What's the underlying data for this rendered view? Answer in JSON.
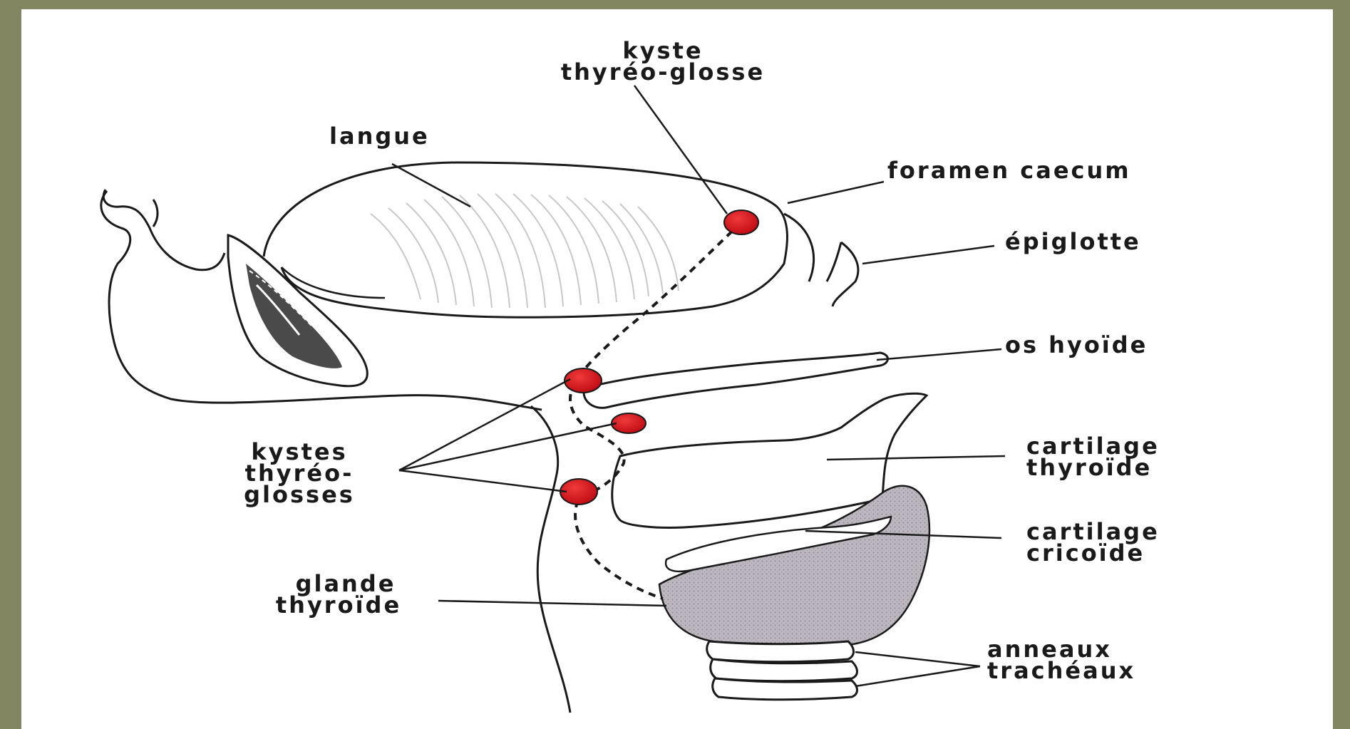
{
  "labels": {
    "kyste_tg_1": "kyste",
    "kyste_tg_2": "thyréo-glosse",
    "langue": "langue",
    "foramen": "foramen caecum",
    "epiglotte": "épiglotte",
    "os_hyoide": "os hyoïde",
    "kystes_1": "kystes",
    "kystes_2": "thyréo-",
    "kystes_3": "glosses",
    "cart_thyro_1": "cartilage",
    "cart_thyro_2": "thyroïde",
    "cart_crico_1": "cartilage",
    "cart_crico_2": "cricoïde",
    "glande_1": "glande",
    "glande_2": "thyroïde",
    "anneaux_1": "anneaux",
    "anneaux_2": "trachéaux"
  },
  "colors": {
    "frame": "#838761",
    "background": "#ffffff",
    "line": "#1a1a1a",
    "cyst": "#d8141e",
    "thyroid": "#b3aeb6"
  }
}
